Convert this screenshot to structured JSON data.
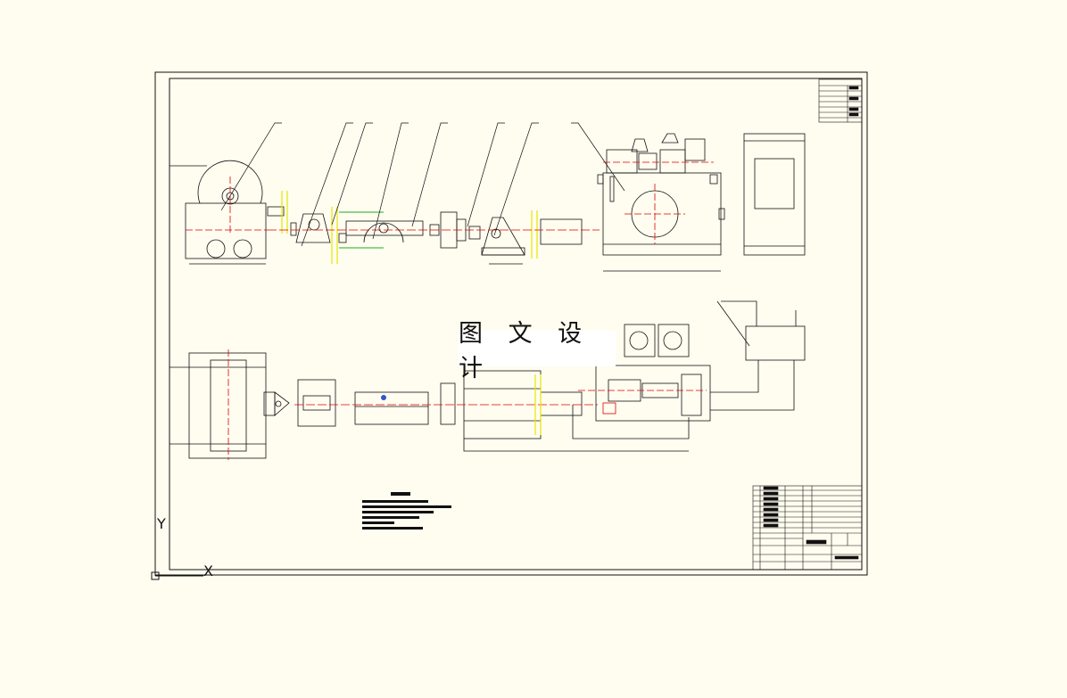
{
  "watermark": "图 文 设 计",
  "ucs": {
    "y_axis": "Y",
    "x_axis": "X"
  },
  "colors": {
    "background": "#fffdf0",
    "line": "#111111",
    "center_line": "#e00000",
    "hidden": "#e6e600",
    "shaft": "#22aa22",
    "accent": "#3355cc"
  }
}
